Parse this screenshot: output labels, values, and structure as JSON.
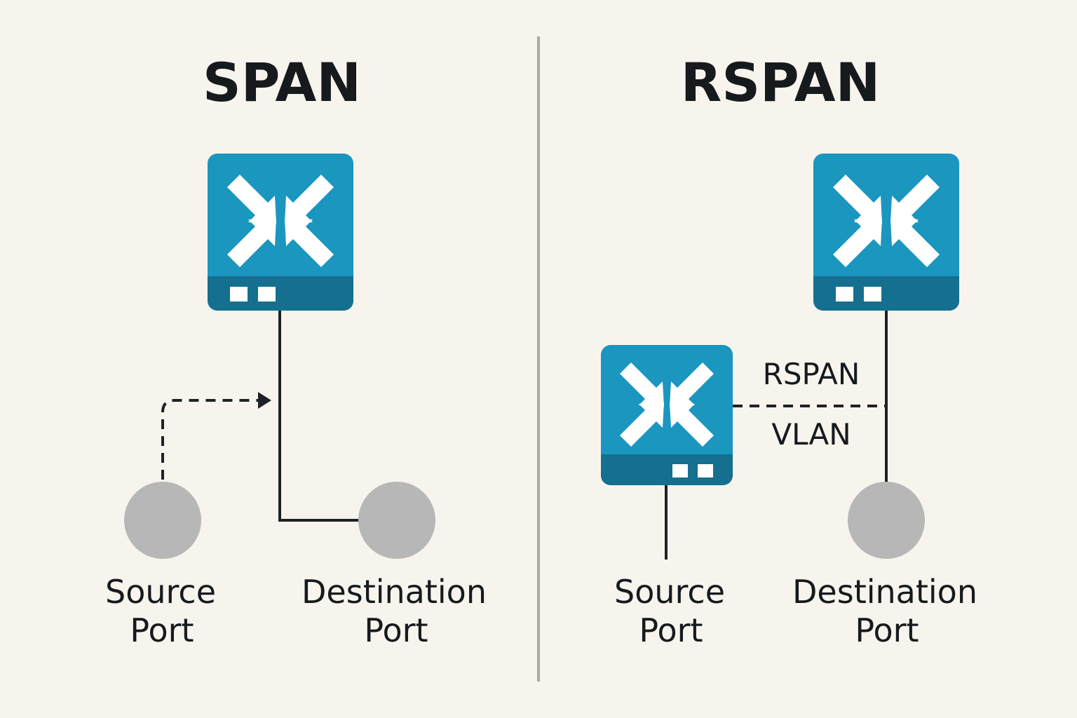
{
  "span": {
    "title": "SPAN",
    "source_port": {
      "line1": "Source",
      "line2": "Port"
    },
    "destination_port": {
      "line1": "Destination",
      "line2": "Port"
    }
  },
  "rspan": {
    "title": "RSPAN",
    "link_label": {
      "line1": "RSPAN",
      "line2": "VLAN"
    },
    "source_port": {
      "line1": "Source",
      "line2": "Port"
    },
    "destination_port": {
      "line1": "Destination",
      "line2": "Port"
    }
  },
  "colors": {
    "background": "#f7f4ed",
    "switch_body": "#1a96bf",
    "switch_base": "#156f8f",
    "port_circle": "#b7b7b7",
    "divider": "#a8a8a8",
    "line": "#1e2226"
  },
  "icons": {
    "switch": "network-switch-icon",
    "port": "port-circle-icon"
  }
}
